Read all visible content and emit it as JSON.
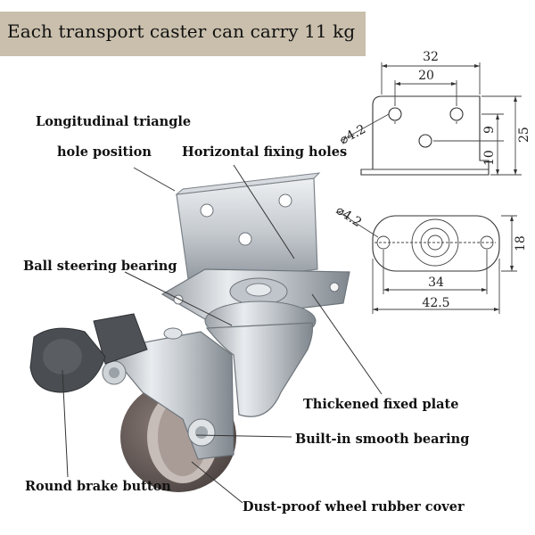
{
  "banner": {
    "title": "Each transport caster can carry 11 kg"
  },
  "callouts": {
    "triangle_line1": "Longitudinal triangle",
    "triangle_line2": "hole position",
    "horizontal_holes": "Horizontal fixing holes",
    "ball_bearing": "Ball steering bearing",
    "fixed_plate": "Thickened fixed plate",
    "smooth_bearing": "Built-in smooth bearing",
    "brake_button": "Round brake button",
    "rubber_cover": "Dust-proof wheel rubber cover"
  },
  "side_view": {
    "overall_width": "32",
    "hole_spacing": "20",
    "hole_diameter": "⌀4.2",
    "dim_9": "9",
    "dim_10": "10",
    "overall_height": "25"
  },
  "top_view": {
    "hole_diameter": "⌀4.2",
    "plate_height": "18",
    "hole_spacing": "34",
    "overall_length": "42.5"
  }
}
